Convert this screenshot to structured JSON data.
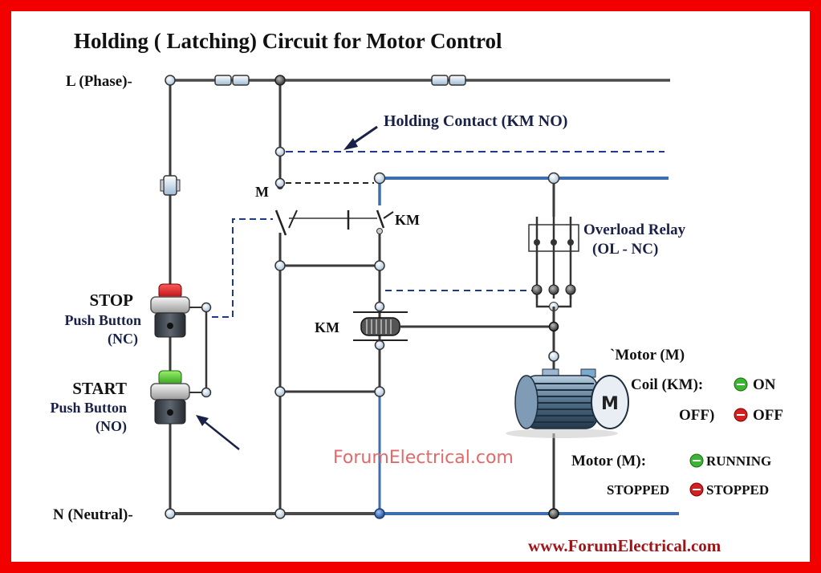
{
  "title": "Holding ( Latching) Circuit for Motor Control",
  "labels": {
    "phase": "L (Phase)-",
    "neutral": "N (Neutral)-",
    "holding_contact": "Holding Contact (KM NO)",
    "m_contact": "M",
    "km_contact": "KM",
    "km_coil": "KM",
    "overload_line1": "Overload Relay",
    "overload_line2": "(OL - NC)",
    "stop_title": "STOP",
    "stop_sub": "Push Button",
    "stop_type": "(NC)",
    "start_title": "START",
    "start_sub": "Push Button",
    "start_type": "(NO)",
    "motor": "`Motor (M)",
    "motor_symbol": "M"
  },
  "legend": {
    "coil_label": "Coil (KM):",
    "coil_on": "ON",
    "coil_off_prefix": "OFF)",
    "coil_off": "OFF",
    "motor_label": "Motor (M):",
    "motor_running": "RUNNING",
    "motor_stopped_prefix": "STOPPED",
    "motor_stopped": "STOPPED",
    "on_color": "#3cb534",
    "off_color": "#d42020"
  },
  "watermark": "ForumElectrical.com",
  "footer_url": "www.ForumElectrical.com",
  "colors": {
    "frame": "#f20000",
    "wire": "#3a3a3a",
    "blue_wire": "#3d6fb0",
    "dashed": "#1f3a8a"
  }
}
